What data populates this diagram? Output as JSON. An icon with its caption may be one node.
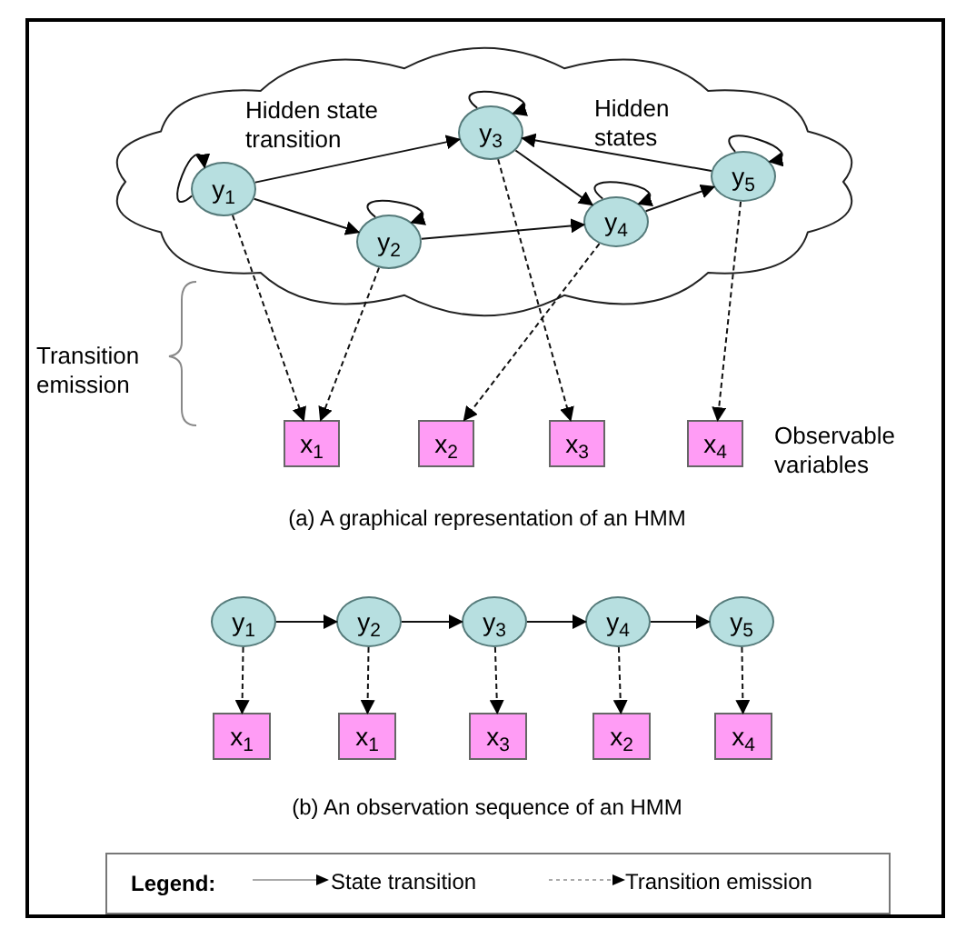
{
  "diagram": {
    "nodes": [
      {
        "text": [
          "Hidden state transition",
          "Hidden states"
        ]
      },
      {
        "text": [
          "y$_{1}$"
        ],
        "in": 0
      },
      {
        "text": [
          "y$_{2}$"
        ],
        "in": 0
      },
      {
        "text": [
          "y$_{3}$"
        ],
        "in": 0
      },
      {
        "text": [
          "y$_{4}$"
        ],
        "in": 0
      },
      {
        "text": [
          "y$_{5}$"
        ],
        "in": 0
      },
      {
        "text": [
          "x$_{1}$"
        ]
      },
      {
        "text": [
          "x$_{2}$"
        ]
      },
      {
        "text": [
          "x$_{3}$"
        ]
      },
      {
        "text": [
          "x$_{4}$"
        ]
      },
      {
        "text": [
          "y$_{1}$"
        ]
      },
      {
        "text": [
          "y$_{2}$"
        ]
      },
      {
        "text": [
          "y$_{3}$"
        ]
      },
      {
        "text": [
          "y$_{4}$"
        ]
      },
      {
        "text": [
          "y$_{5}$"
        ]
      },
      {
        "text": [
          "x$_{1}$"
        ]
      },
      {
        "text": [
          "x$_{1}$"
        ]
      },
      {
        "text": [
          "x$_{3}$"
        ]
      },
      {
        "text": [
          "x$_{2}$"
        ]
      },
      {
        "text": [
          "x$_{4}$"
        ]
      }
    ],
    "edges": [
      {
        "from": 1,
        "to": 1,
        "arrow": "to"
      },
      {
        "from": 2,
        "to": 2,
        "arrow": "to"
      },
      {
        "from": 3,
        "to": 3,
        "arrow": "to"
      },
      {
        "from": 4,
        "to": 4,
        "arrow": "to"
      },
      {
        "from": 5,
        "to": 5,
        "arrow": "to"
      },
      {
        "from": 1,
        "to": 3,
        "arrow": "to"
      },
      {
        "from": 1,
        "to": 2,
        "arrow": "to"
      },
      {
        "from": 2,
        "to": 4,
        "arrow": "to"
      },
      {
        "from": 3,
        "to": 4,
        "arrow": "to"
      },
      {
        "from": 4,
        "to": 5,
        "arrow": "to"
      },
      {
        "from": 5,
        "to": 3,
        "arrow": "to"
      },
      {
        "from": 1,
        "to": 6,
        "arrow": "to",
        "style": "dashed"
      },
      {
        "from": 2,
        "to": 6,
        "arrow": "to",
        "style": "dashed"
      },
      {
        "from": 4,
        "to": 7,
        "arrow": "to",
        "style": "dashed"
      },
      {
        "from": 3,
        "to": 8,
        "arrow": "to",
        "style": "dashed"
      },
      {
        "from": 5,
        "to": 9,
        "arrow": "to",
        "style": "dashed"
      },
      {
        "from": 10,
        "to": 11,
        "arrow": "to"
      },
      {
        "from": 11,
        "to": 12,
        "arrow": "to"
      },
      {
        "from": 12,
        "to": 13,
        "arrow": "to"
      },
      {
        "from": 13,
        "to": 14,
        "arrow": "to"
      },
      {
        "from": 10,
        "to": 15,
        "arrow": "to",
        "style": "dashed"
      },
      {
        "from": 11,
        "to": 16,
        "arrow": "to",
        "style": "dashed"
      },
      {
        "from": 12,
        "to": 17,
        "arrow": "to",
        "style": "dashed"
      },
      {
        "from": 13,
        "to": 18,
        "arrow": "to",
        "style": "dashed"
      },
      {
        "from": 14,
        "to": 19,
        "arrow": "to",
        "style": "dashed"
      }
    ],
    "labels": [
      "Transition emission",
      "Observable variables",
      "(a) A graphical representation of an HMM",
      "(b) An observation sequence of an HMM",
      "Legend:"
    ],
    "legend": [
      {
        "text": "State transition"
      },
      {
        "text": "Transition emission"
      }
    ]
  }
}
